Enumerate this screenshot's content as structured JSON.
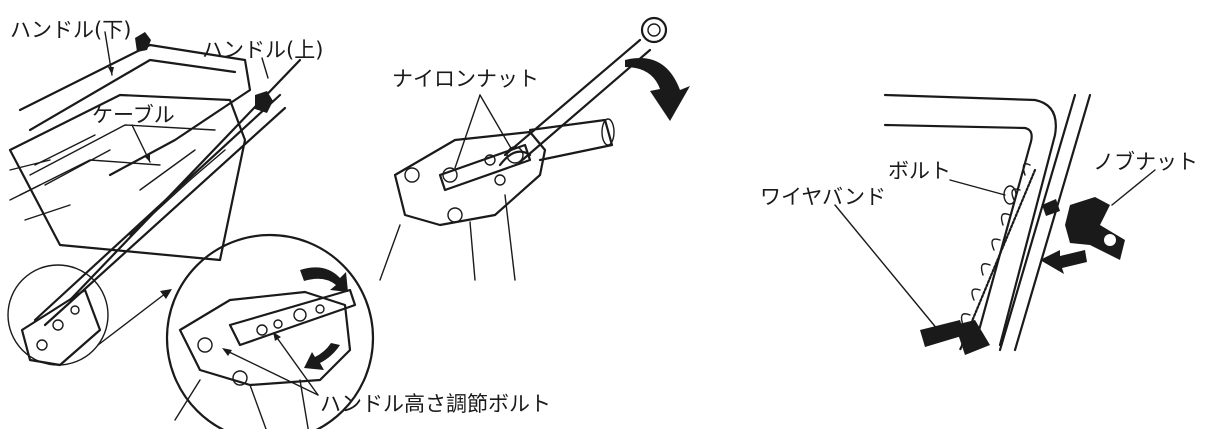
{
  "labels": {
    "handle_lower": "ハンドル(下)",
    "handle_upper": "ハンドル(上)",
    "cable": "ケーブル",
    "nylon_nut": "ナイロンナット",
    "height_bolt": "ハンドル高さ調節ボルト",
    "bolt": "ボルト",
    "knob_nut": "ノブナット",
    "wire_band": "ワイヤバンド"
  },
  "colors": {
    "ink": "#1a1a1a",
    "paper": "#ffffff"
  }
}
